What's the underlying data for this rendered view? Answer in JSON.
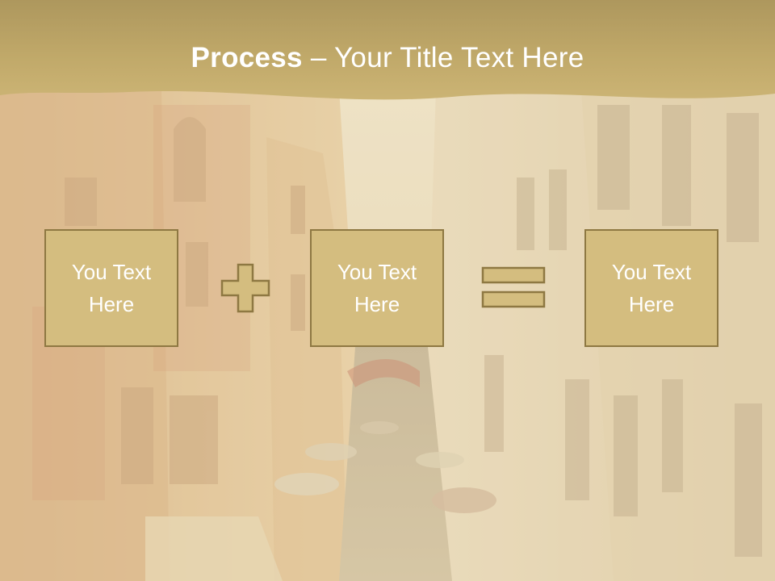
{
  "slide": {
    "title_bold": "Process",
    "title_rest": " – Your Title Text Here",
    "boxes": [
      {
        "label": "You Text Here"
      },
      {
        "label": "You Text Here"
      },
      {
        "label": "You Text Here"
      }
    ],
    "operators": [
      "plus-icon",
      "equals-icon"
    ]
  },
  "colors": {
    "header_band": "#9e8232",
    "box_fill": "#d4bd7f",
    "box_border": "#8e7842",
    "text": "#ffffff"
  }
}
